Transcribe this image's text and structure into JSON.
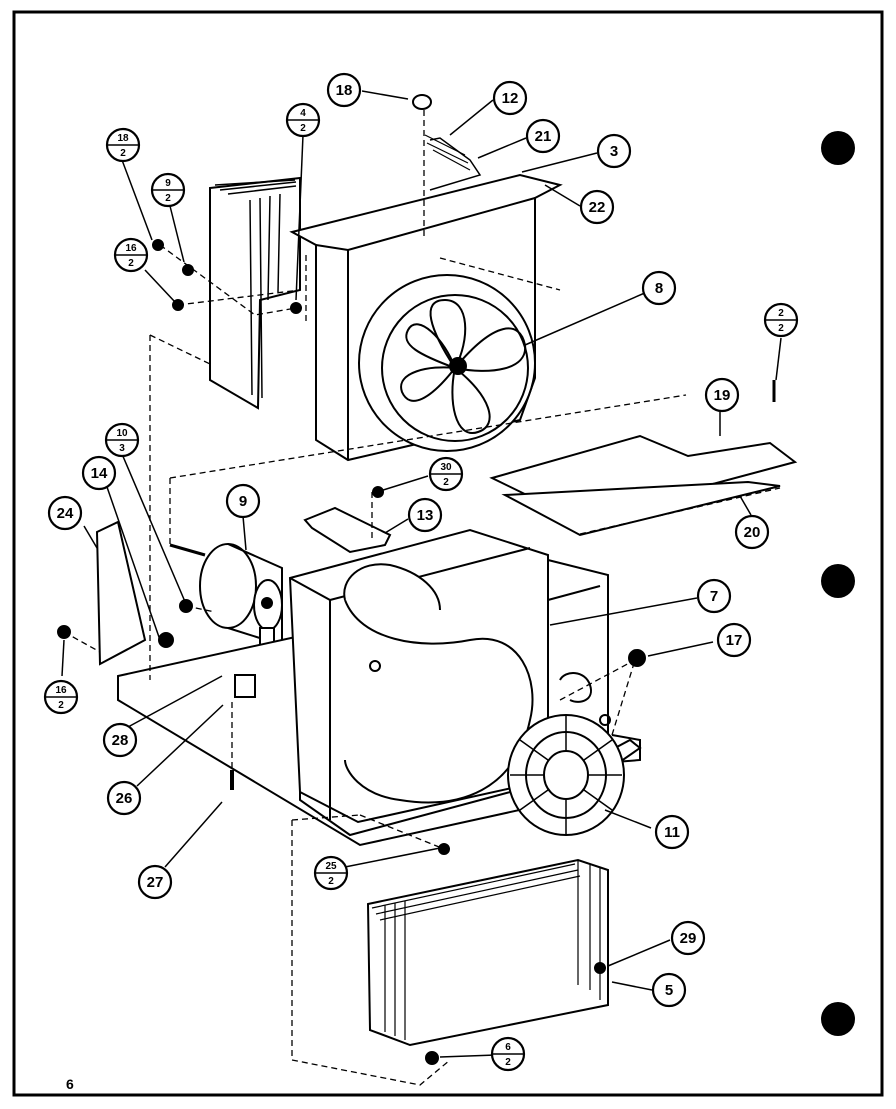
{
  "page_number": "6",
  "callouts": {
    "c18": "18",
    "c12": "12",
    "c21": "21",
    "c3": "3",
    "c22": "22",
    "c8": "8",
    "c19": "19",
    "c20": "20",
    "c9": "9",
    "c13": "13",
    "c24": "24",
    "c14": "14",
    "c7": "7",
    "c17": "17",
    "c28": "28",
    "c26": "26",
    "c11": "11",
    "c27": "27",
    "c29": "29",
    "c5": "5"
  },
  "fraction_callouts": {
    "f4_2": {
      "top": "4",
      "bottom": "2"
    },
    "f18_2": {
      "top": "18",
      "bottom": "2"
    },
    "f9_2": {
      "top": "9",
      "bottom": "2"
    },
    "f16_2a": {
      "top": "16",
      "bottom": "2"
    },
    "f2_2": {
      "top": "2",
      "bottom": "2"
    },
    "f10_3": {
      "top": "10",
      "bottom": "3"
    },
    "f30_2": {
      "top": "30",
      "bottom": "2"
    },
    "f16_2b": {
      "top": "16",
      "bottom": "2"
    },
    "f25_2": {
      "top": "25",
      "bottom": "2"
    },
    "f6_2": {
      "top": "6",
      "bottom": "2"
    }
  }
}
